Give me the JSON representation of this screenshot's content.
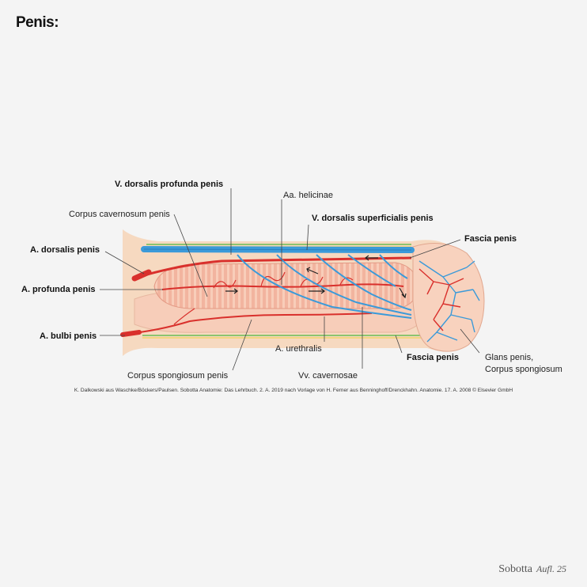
{
  "page_title": "Penis:",
  "labels": {
    "v_dorsalis_profunda": "V. dorsalis profunda penis",
    "corpus_cavernosum": "Corpus cavernosum penis",
    "a_dorsalis": "A. dorsalis penis",
    "a_profunda": "A. profunda penis",
    "a_bulbi": "A. bulbi penis",
    "aa_helicinae": "Aa. helicinae",
    "v_dorsalis_superficialis": "V. dorsalis superficialis penis",
    "fascia_top": "Fascia penis",
    "a_urethralis": "A. urethralis",
    "fascia_bottom": "Fascia penis",
    "glans_line1": "Glans penis,",
    "glans_line2": "Corpus spongiosum",
    "corpus_spongiosum": "Corpus spongiosum penis",
    "vv_cavernosae": "Vv. cavernosae"
  },
  "credit": "K. Dalkowski aus Waschke/Böckers/Paulsen. Sobotta Anatomie: Das Lehrbuch. 2. A. 2019 nach Vorlage von H. Ferner aus Benninghoff/Drenckhahn. Anatomie. 17. A. 2008 © Elsevier GmbH",
  "footer": {
    "brand": "Sobotta",
    "edition": "Aufl. 25"
  },
  "colors": {
    "background": "#f4f4f4",
    "skin": "#f6d9c0",
    "cavernosum": "#f2b49f",
    "cavernosum_stripes": "#f8cdb9",
    "spongiosum": "#f7cdb9",
    "artery": "#d9302c",
    "vein": "#3b9ad9",
    "fascia": "#8dc46f",
    "fascia_yellow": "#f1d36a"
  }
}
